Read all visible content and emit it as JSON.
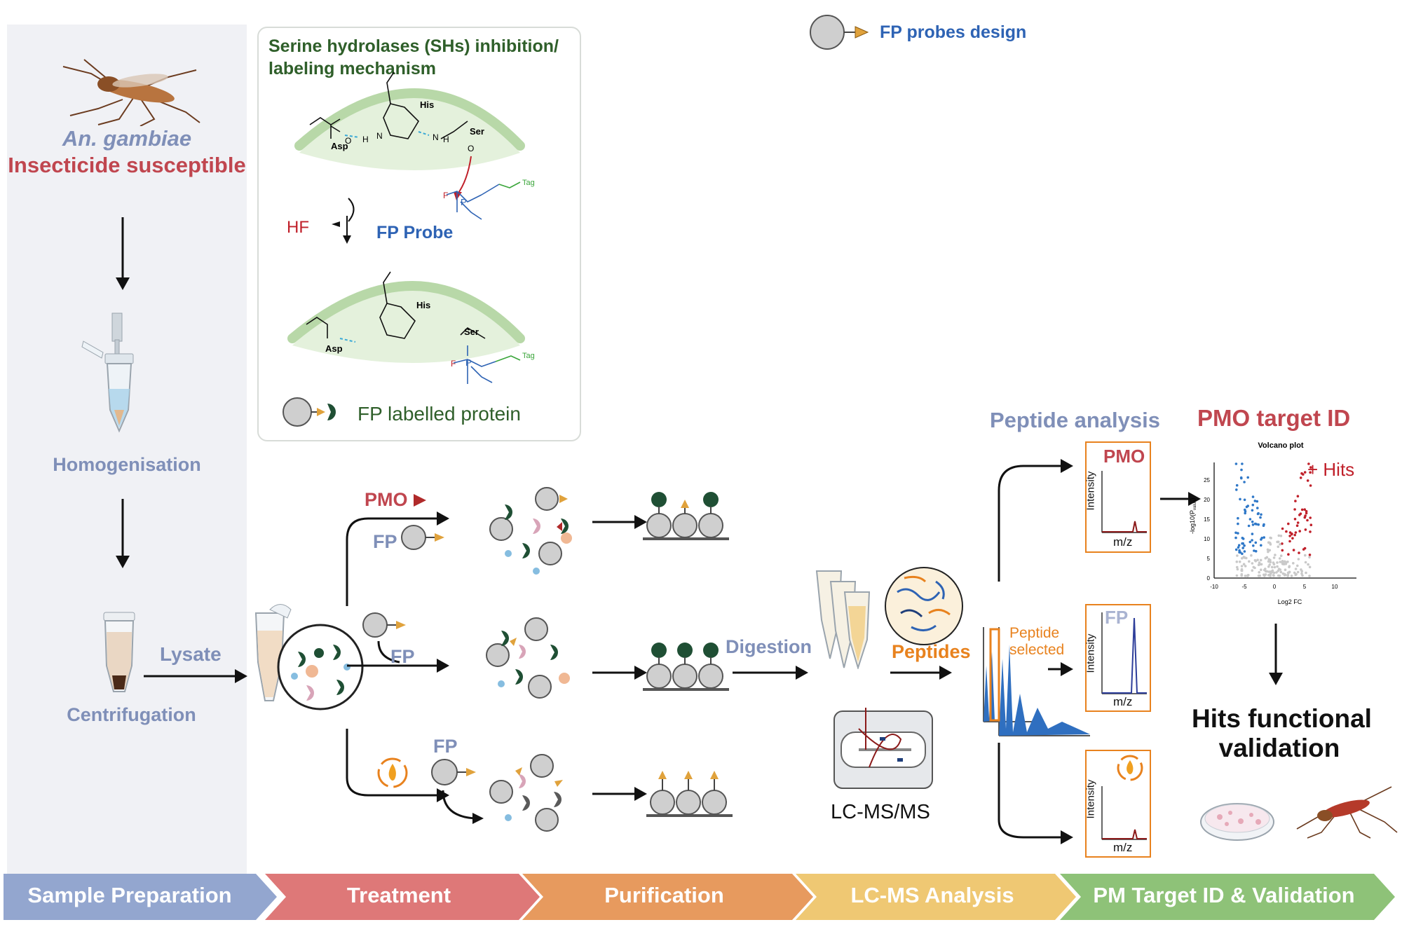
{
  "legend": {
    "probe_design_label": "FP probes design"
  },
  "sample_prep": {
    "species": "An. gambiae",
    "phenotype": "Insecticide susceptible",
    "step_homogenisation": "Homogenisation",
    "step_centrifugation": "Centrifugation",
    "lysate_label": "Lysate"
  },
  "mechanism": {
    "title_line1": "Serine hydrolases (SHs) inhibition/",
    "title_line2": "labeling mechanism",
    "his": "His",
    "asp": "Asp",
    "ser": "Ser",
    "tag": "Tag",
    "hf": "HF",
    "probe_label": "FP Probe",
    "labelled_protein_label": "FP labelled protein"
  },
  "treatment": {
    "pmo_label": "PMO",
    "fp_label": "FP"
  },
  "lcms": {
    "digestion_label": "Digestion",
    "peptides_label": "Peptides",
    "instrument_label": "LC-MS/MS",
    "peptide_analysis_title": "Peptide analysis",
    "peptide_selected_line1": "Peptide",
    "peptide_selected_line2": "selected",
    "spectra": [
      {
        "title": "PMO",
        "ylabel": "Intensity",
        "xlabel": "m/z"
      },
      {
        "title": "FP",
        "ylabel": "Intensity",
        "xlabel": "m/z"
      },
      {
        "title": "",
        "ylabel": "Intensity",
        "xlabel": "m/z"
      }
    ]
  },
  "target_id": {
    "title": "PMO target ID",
    "hits_label": "+ Hits",
    "validation_line1": "Hits functional",
    "validation_line2": "validation",
    "volcano": {
      "title": "Volcano plot",
      "xlabel": "Log2 FC",
      "ylabel": "-log10(P",
      "ylabel_sub": "value",
      "ylabel_end": ")",
      "xticks": [
        "-10",
        "-5",
        "0",
        "5",
        "10"
      ],
      "yticks": [
        "0",
        "5",
        "10",
        "15",
        "20",
        "25"
      ]
    }
  },
  "workflow_stages": [
    {
      "label": "Sample Preparation",
      "color": "#93a6cf"
    },
    {
      "label": "Treatment",
      "color": "#de7878"
    },
    {
      "label": "Purification",
      "color": "#e79a5e"
    },
    {
      "label": "LC-MS Analysis",
      "color": "#efc873"
    },
    {
      "label": "PM Target ID & Validation",
      "color": "#8ec278"
    }
  ],
  "colors": {
    "red_title": "#c0464f",
    "blue_title": "#7f8fb8",
    "green_title": "#2f5f2a",
    "orange": "#e8821e",
    "probe_blue": "#2e63b4"
  }
}
